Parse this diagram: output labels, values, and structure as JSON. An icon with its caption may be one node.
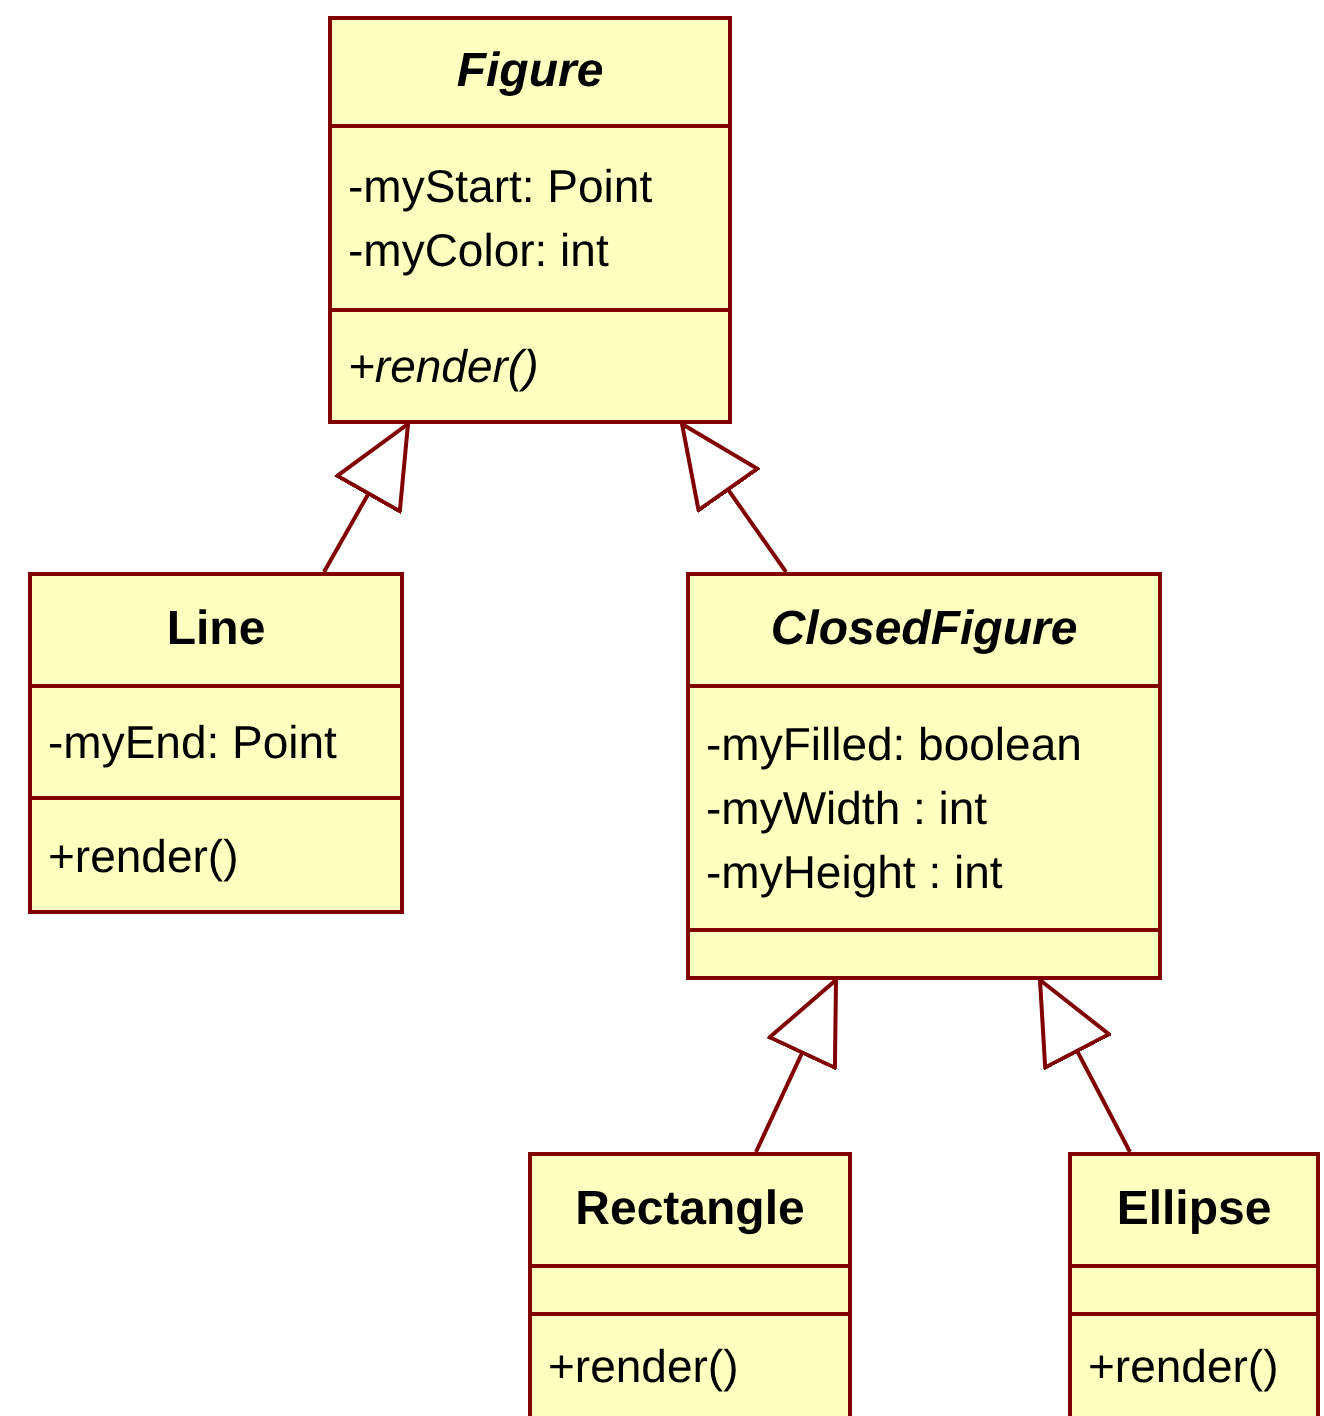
{
  "diagram": {
    "nodes": [
      {
        "text": [
          "Figure",
          "-myStart: Point",
          "-myColor: int",
          "+render()"
        ]
      },
      {
        "text": [
          "Line",
          "-myEnd: Point",
          "+render()"
        ]
      },
      {
        "text": [
          "ClosedFigure",
          "-myFilled: boolean",
          "-myWidth : int",
          "-myHeight : int"
        ]
      },
      {
        "text": [
          "Rectangle",
          "+render()"
        ]
      },
      {
        "text": [
          "Ellipse",
          "+render()"
        ]
      }
    ],
    "edges": [
      {
        "from": 1,
        "to": 0,
        "arrow": "to"
      },
      {
        "from": 2,
        "to": 0,
        "arrow": "to"
      },
      {
        "from": 3,
        "to": 2,
        "arrow": "to"
      },
      {
        "from": 4,
        "to": 2,
        "arrow": "to"
      }
    ]
  }
}
